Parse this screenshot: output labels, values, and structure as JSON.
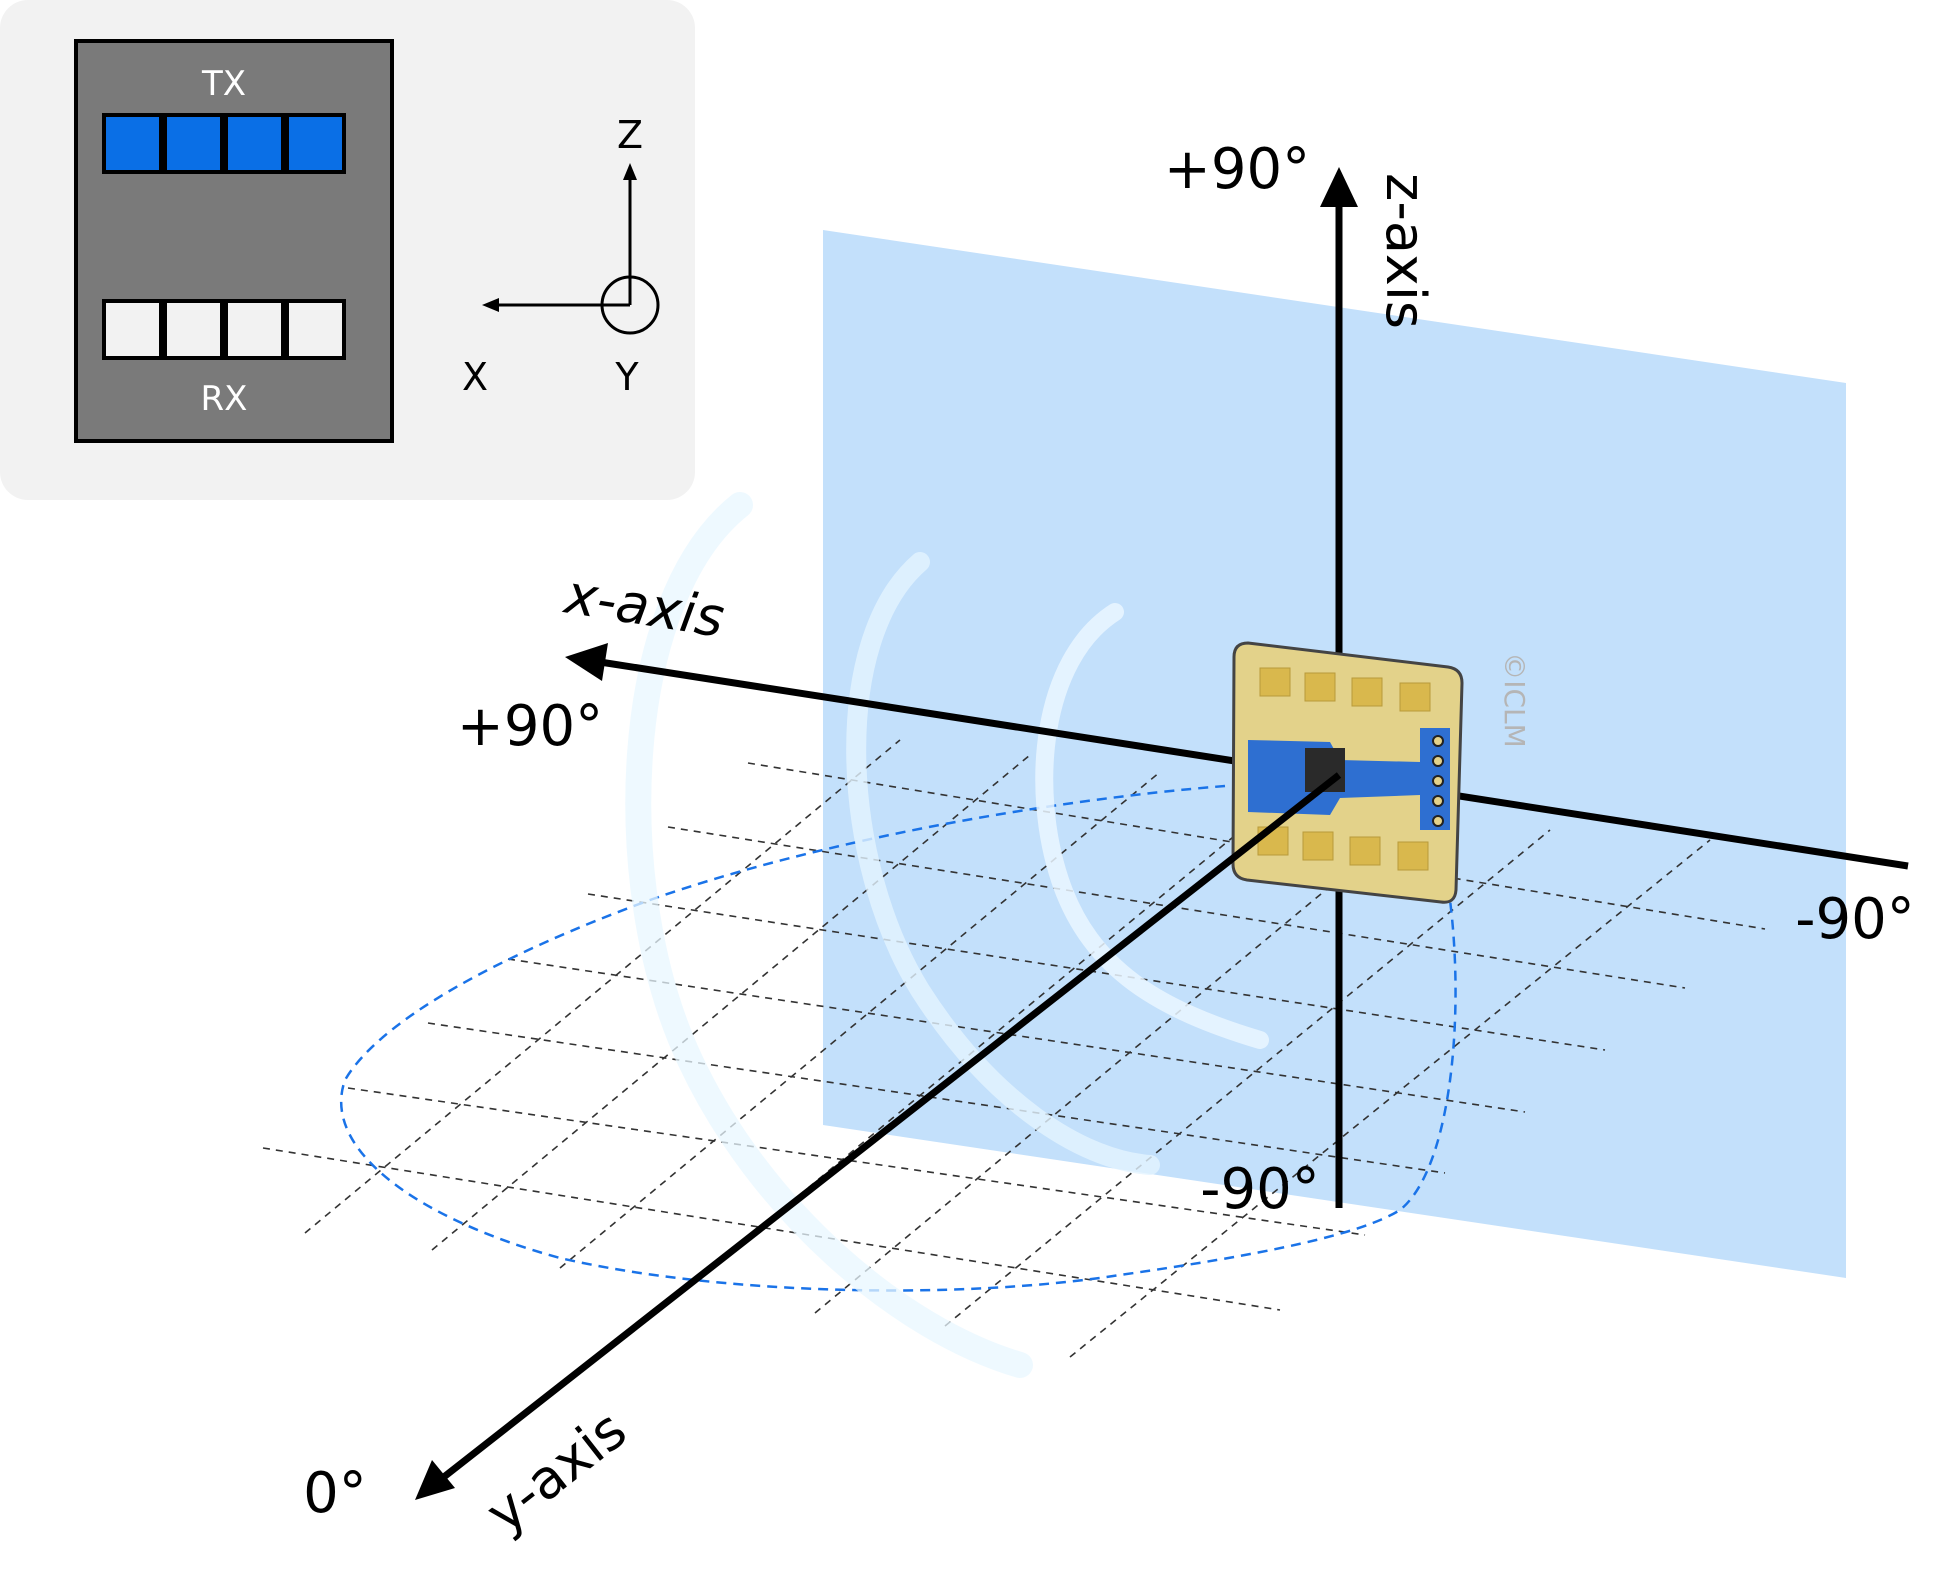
{
  "inset": {
    "tx_label": "TX",
    "rx_label": "RX",
    "tx_patch_count": 4,
    "rx_patch_count": 4,
    "axis_z": "Z",
    "axis_x": "X",
    "axis_y": "Y",
    "colors": {
      "tx": "#0a6fe6",
      "rx": "#f2f2f2",
      "board": "#7a7a7a",
      "panel": "#f2f2f2"
    }
  },
  "axes": {
    "x_name": "x-axis",
    "y_name": "y-axis",
    "z_name": "z-axis",
    "x_pos": "+90°",
    "x_neg": "-90°",
    "z_pos": "+90°",
    "z_neg": "-90°",
    "y_zero": "0°"
  },
  "watermark": "©ICLM",
  "colors": {
    "plane": "#c3e0fb",
    "pattern": "#1a73e8",
    "board": "#e3d28a",
    "chip": "#2e6fd1"
  }
}
